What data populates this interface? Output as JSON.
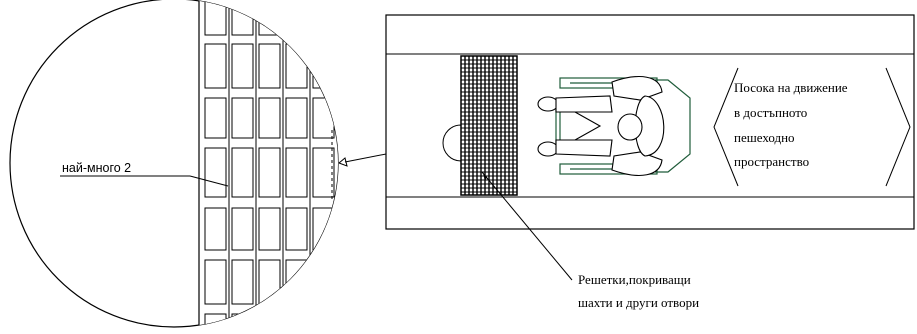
{
  "labels": {
    "max_gap": "най-много  2",
    "direction": [
      "Посока на движение",
      "в достъпното",
      "пешеходно",
      "пространство"
    ],
    "grates": [
      "Решетки,покриващи",
      "шахти и други отвори"
    ]
  },
  "colors": {
    "line": "#000000",
    "wheelchair": "#1f5c3a",
    "fill": "#ffffff"
  }
}
